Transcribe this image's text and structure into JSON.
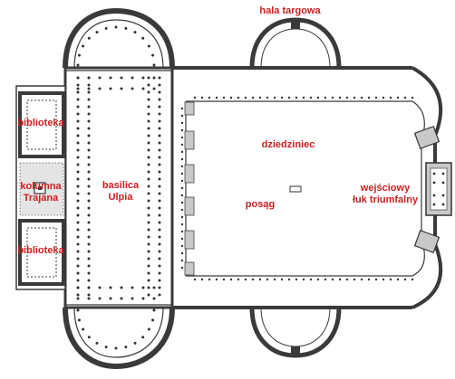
{
  "labels": {
    "hala_targowa": "hala targowa",
    "biblioteka_top": "biblioteka",
    "biblioteka_bottom": "biblioteka",
    "kolumna_line1": "kolumna",
    "kolumna_line2": "Trajana",
    "basilica_line1": "basilica",
    "basilica_line2": "Ulpia",
    "dziedziniec": "dziedziniec",
    "posag": "posąg",
    "luk_line1": "wejściowy",
    "luk_line2": "łuk triumfalny"
  },
  "colors": {
    "wall": "#3a3a3a",
    "column_dot": "#333333",
    "gray_fill": "#c8c8c8",
    "label": "#cc1f1f",
    "background": "#ffffff"
  }
}
